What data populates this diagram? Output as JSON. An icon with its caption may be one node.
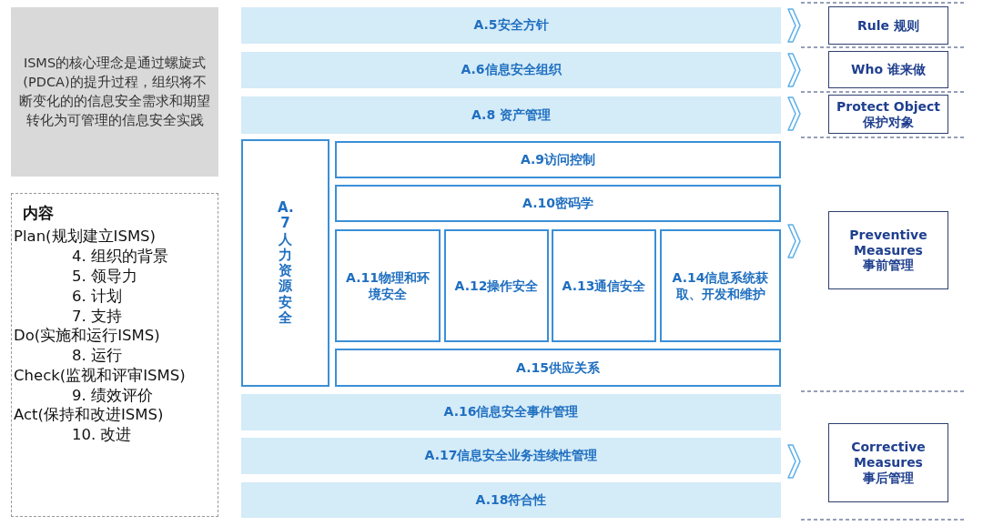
{
  "diagram": {
    "nodes": [
      {
        "text": [
          "ISMS的核心理念是通过螺旋式(PDCA)的提升过程，组织将不断变化的的信息安全需求和期望转化为可管理的信息安全实践"
        ]
      },
      {
        "text": [
          "内容",
          "Plan(规划建立ISMS)",
          "4. 组织的背景",
          "5. 领导力",
          "6. 计划",
          "7. 支持",
          "Do(实施和运行ISMS)",
          "8. 运行",
          "Check(监视和评审ISMS)",
          "9. 绩效评价",
          "Act(保持和改进ISMS)",
          "10. 改进"
        ]
      },
      {
        "text": [
          "A.5安全方针"
        ]
      },
      {
        "text": [
          "A.6信息安全组织"
        ]
      },
      {
        "text": [
          "A.8 资产管理"
        ]
      },
      {
        "text": [
          "A.7人力资源安全"
        ]
      },
      {
        "text": [
          "A.9访问控制"
        ]
      },
      {
        "text": [
          "A.10密码学"
        ]
      },
      {
        "text": [
          "A.11物理和环境安全"
        ]
      },
      {
        "text": [
          "A.12操作安全"
        ]
      },
      {
        "text": [
          "A.13通信安全"
        ]
      },
      {
        "text": [
          "A.14信息系统获取、开发和维护"
        ]
      },
      {
        "text": [
          "A.15供应关系"
        ]
      },
      {
        "text": [
          "A.16信息安全事件管理"
        ]
      },
      {
        "text": [
          "A.17信息安全业务连续性管理"
        ]
      },
      {
        "text": [
          "A.18符合性"
        ]
      },
      {
        "text": [
          "Rule 规则"
        ]
      },
      {
        "text": [
          "Who 谁来做"
        ]
      },
      {
        "text": [
          "Protect Object 保护对象"
        ]
      },
      {
        "text": [
          "Preventive Measures 事前管理"
        ]
      },
      {
        "text": [
          "Corrective Measures 事后管理"
        ]
      }
    ]
  }
}
